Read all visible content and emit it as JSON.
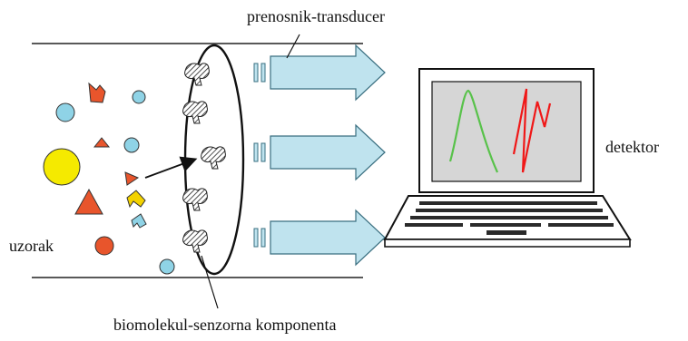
{
  "labels": {
    "transducer": "prenosnik-transducer",
    "detector": "detektor",
    "sample": "uzorak",
    "bioreceptor": "biomolekul-senzorna komponenta"
  },
  "colors": {
    "arrow_fill": "#bfe3ee",
    "arrow_stroke": "#3a6f80",
    "circle_blue": "#8fd3e6",
    "circle_yellow": "#f5ea00",
    "circle_red": "#e8552c",
    "triangle_red": "#e8552c",
    "shape_yellow": "#f3d200",
    "screen_bg": "#d6d6d6",
    "trace_green": "#58c24a",
    "trace_red": "#f01818"
  },
  "icons": {
    "sample_molecules": "colored-shapes",
    "receptors": "hatched-biomolecule-icon",
    "signal_arrows": "block-arrow-icon",
    "detector": "laptop-icon"
  }
}
